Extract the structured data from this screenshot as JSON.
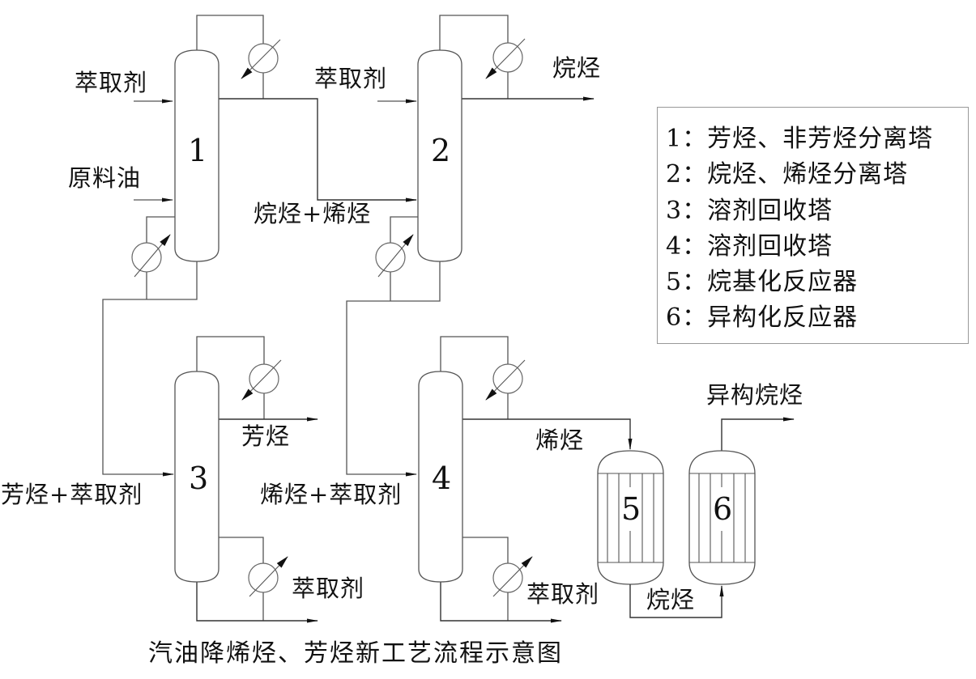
{
  "diagram": {
    "caption": "汽油降烯烃、芳烃新工艺流程示意图",
    "units": [
      {
        "id": "1",
        "type": "column"
      },
      {
        "id": "2",
        "type": "column"
      },
      {
        "id": "3",
        "type": "column"
      },
      {
        "id": "4",
        "type": "column"
      },
      {
        "id": "5",
        "type": "reactor"
      },
      {
        "id": "6",
        "type": "reactor"
      }
    ],
    "streams": {
      "c1_solvent_in": "萃取剂",
      "c1_feed_in": "原料油",
      "c2_solvent_in": "萃取剂",
      "c2_feed_in": "烷烃+烯烃",
      "c2_top_out": "烷烃",
      "c3_feed_in": "芳烃+萃取剂",
      "c3_top_out": "芳烃",
      "c3_bottom_out": "萃取剂",
      "c4_feed_in": "烯烃+萃取剂",
      "c4_top_out": "烯烃",
      "c4_bottom_out": "萃取剂",
      "r5_to_r6": "烷烃",
      "r6_out": "异构烷烃"
    },
    "legend": [
      {
        "num": "1：",
        "text": "芳烃、非芳烃分离塔"
      },
      {
        "num": "2：",
        "text": "烷烃、烯烃分离塔"
      },
      {
        "num": "3：",
        "text": "溶剂回收塔"
      },
      {
        "num": "4：",
        "text": "溶剂回收塔"
      },
      {
        "num": "5：",
        "text": "烷基化反应器"
      },
      {
        "num": "6：",
        "text": "异构化反应器"
      }
    ]
  }
}
